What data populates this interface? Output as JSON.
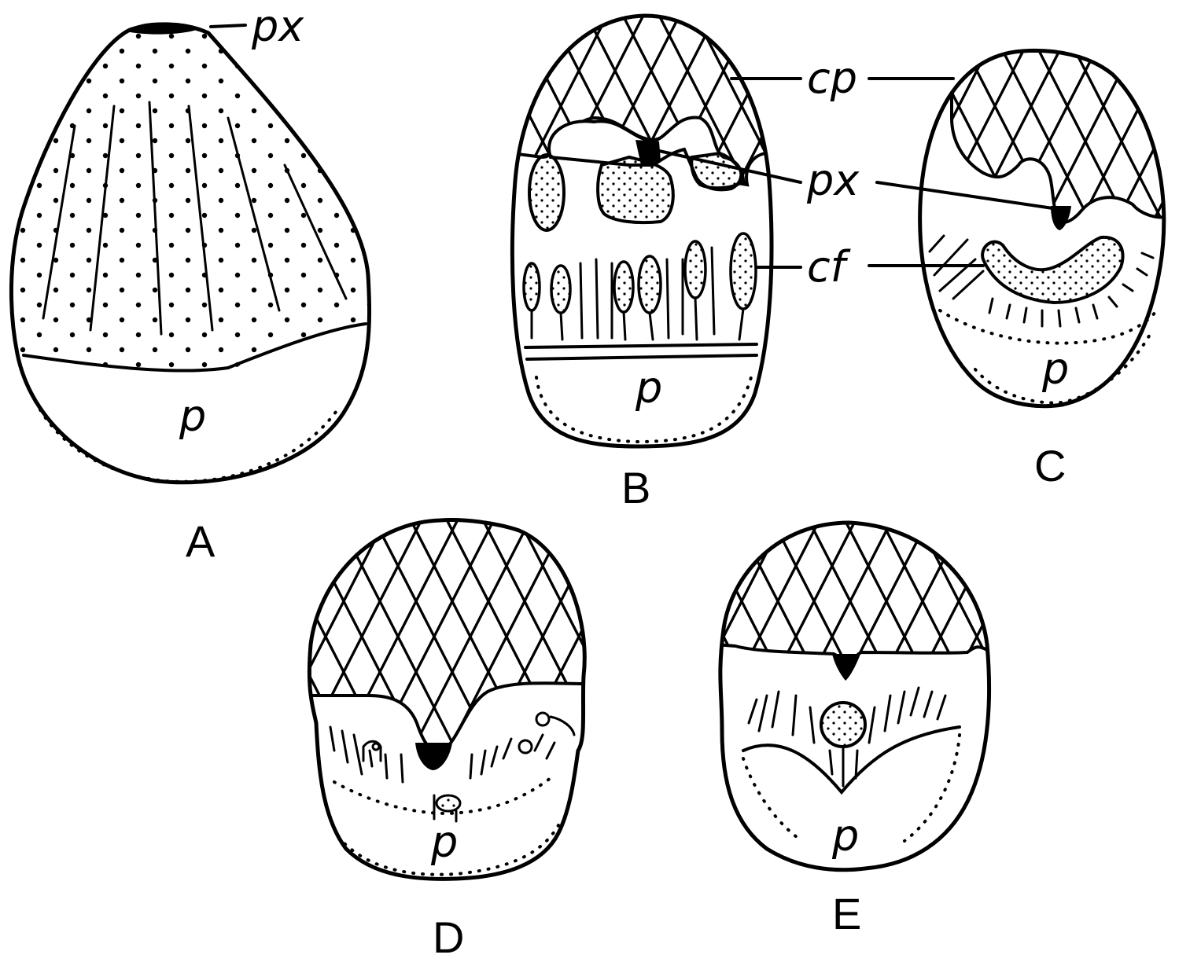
{
  "figure": {
    "panels": [
      {
        "id": "A",
        "caption": "A"
      },
      {
        "id": "B",
        "caption": "B"
      },
      {
        "id": "C",
        "caption": "C"
      },
      {
        "id": "D",
        "caption": "D"
      },
      {
        "id": "E",
        "caption": "E"
      }
    ],
    "labels": {
      "px": "px",
      "cp": "cp",
      "cf": "cf",
      "p": "p"
    }
  }
}
